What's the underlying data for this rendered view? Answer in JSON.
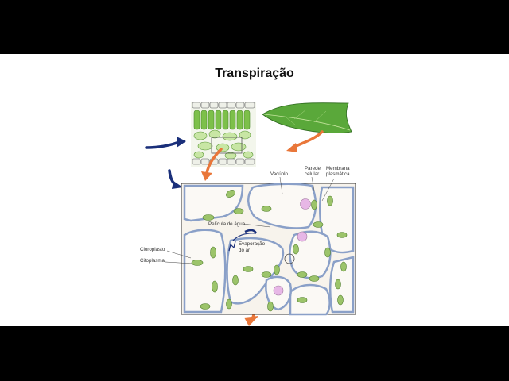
{
  "slide": {
    "title": "Transpiração"
  },
  "diagram": {
    "labels": {
      "vacuole": "Vacúolo",
      "cell_wall_1": "Parede",
      "cell_wall_2": "celular",
      "plasma_membrane_1": "Membrana",
      "plasma_membrane_2": "plasmática",
      "water_film": "Película de água",
      "chloroplast": "Cloroplasto",
      "cytoplasm": "Citoplasma",
      "evaporation_1": "Evaporação",
      "evaporation_2": "do ar"
    },
    "colors": {
      "leaf": "#5aa83a",
      "chloroplast": "#8fb85a",
      "cell_wall": "#8aa0c8",
      "arrow_orange": "#e9773a",
      "arrow_navy": "#1a2f7a",
      "vesicle": "#e7b7e6"
    },
    "icons": [
      "leaf-icon",
      "leaf-cross-section-icon"
    ]
  }
}
